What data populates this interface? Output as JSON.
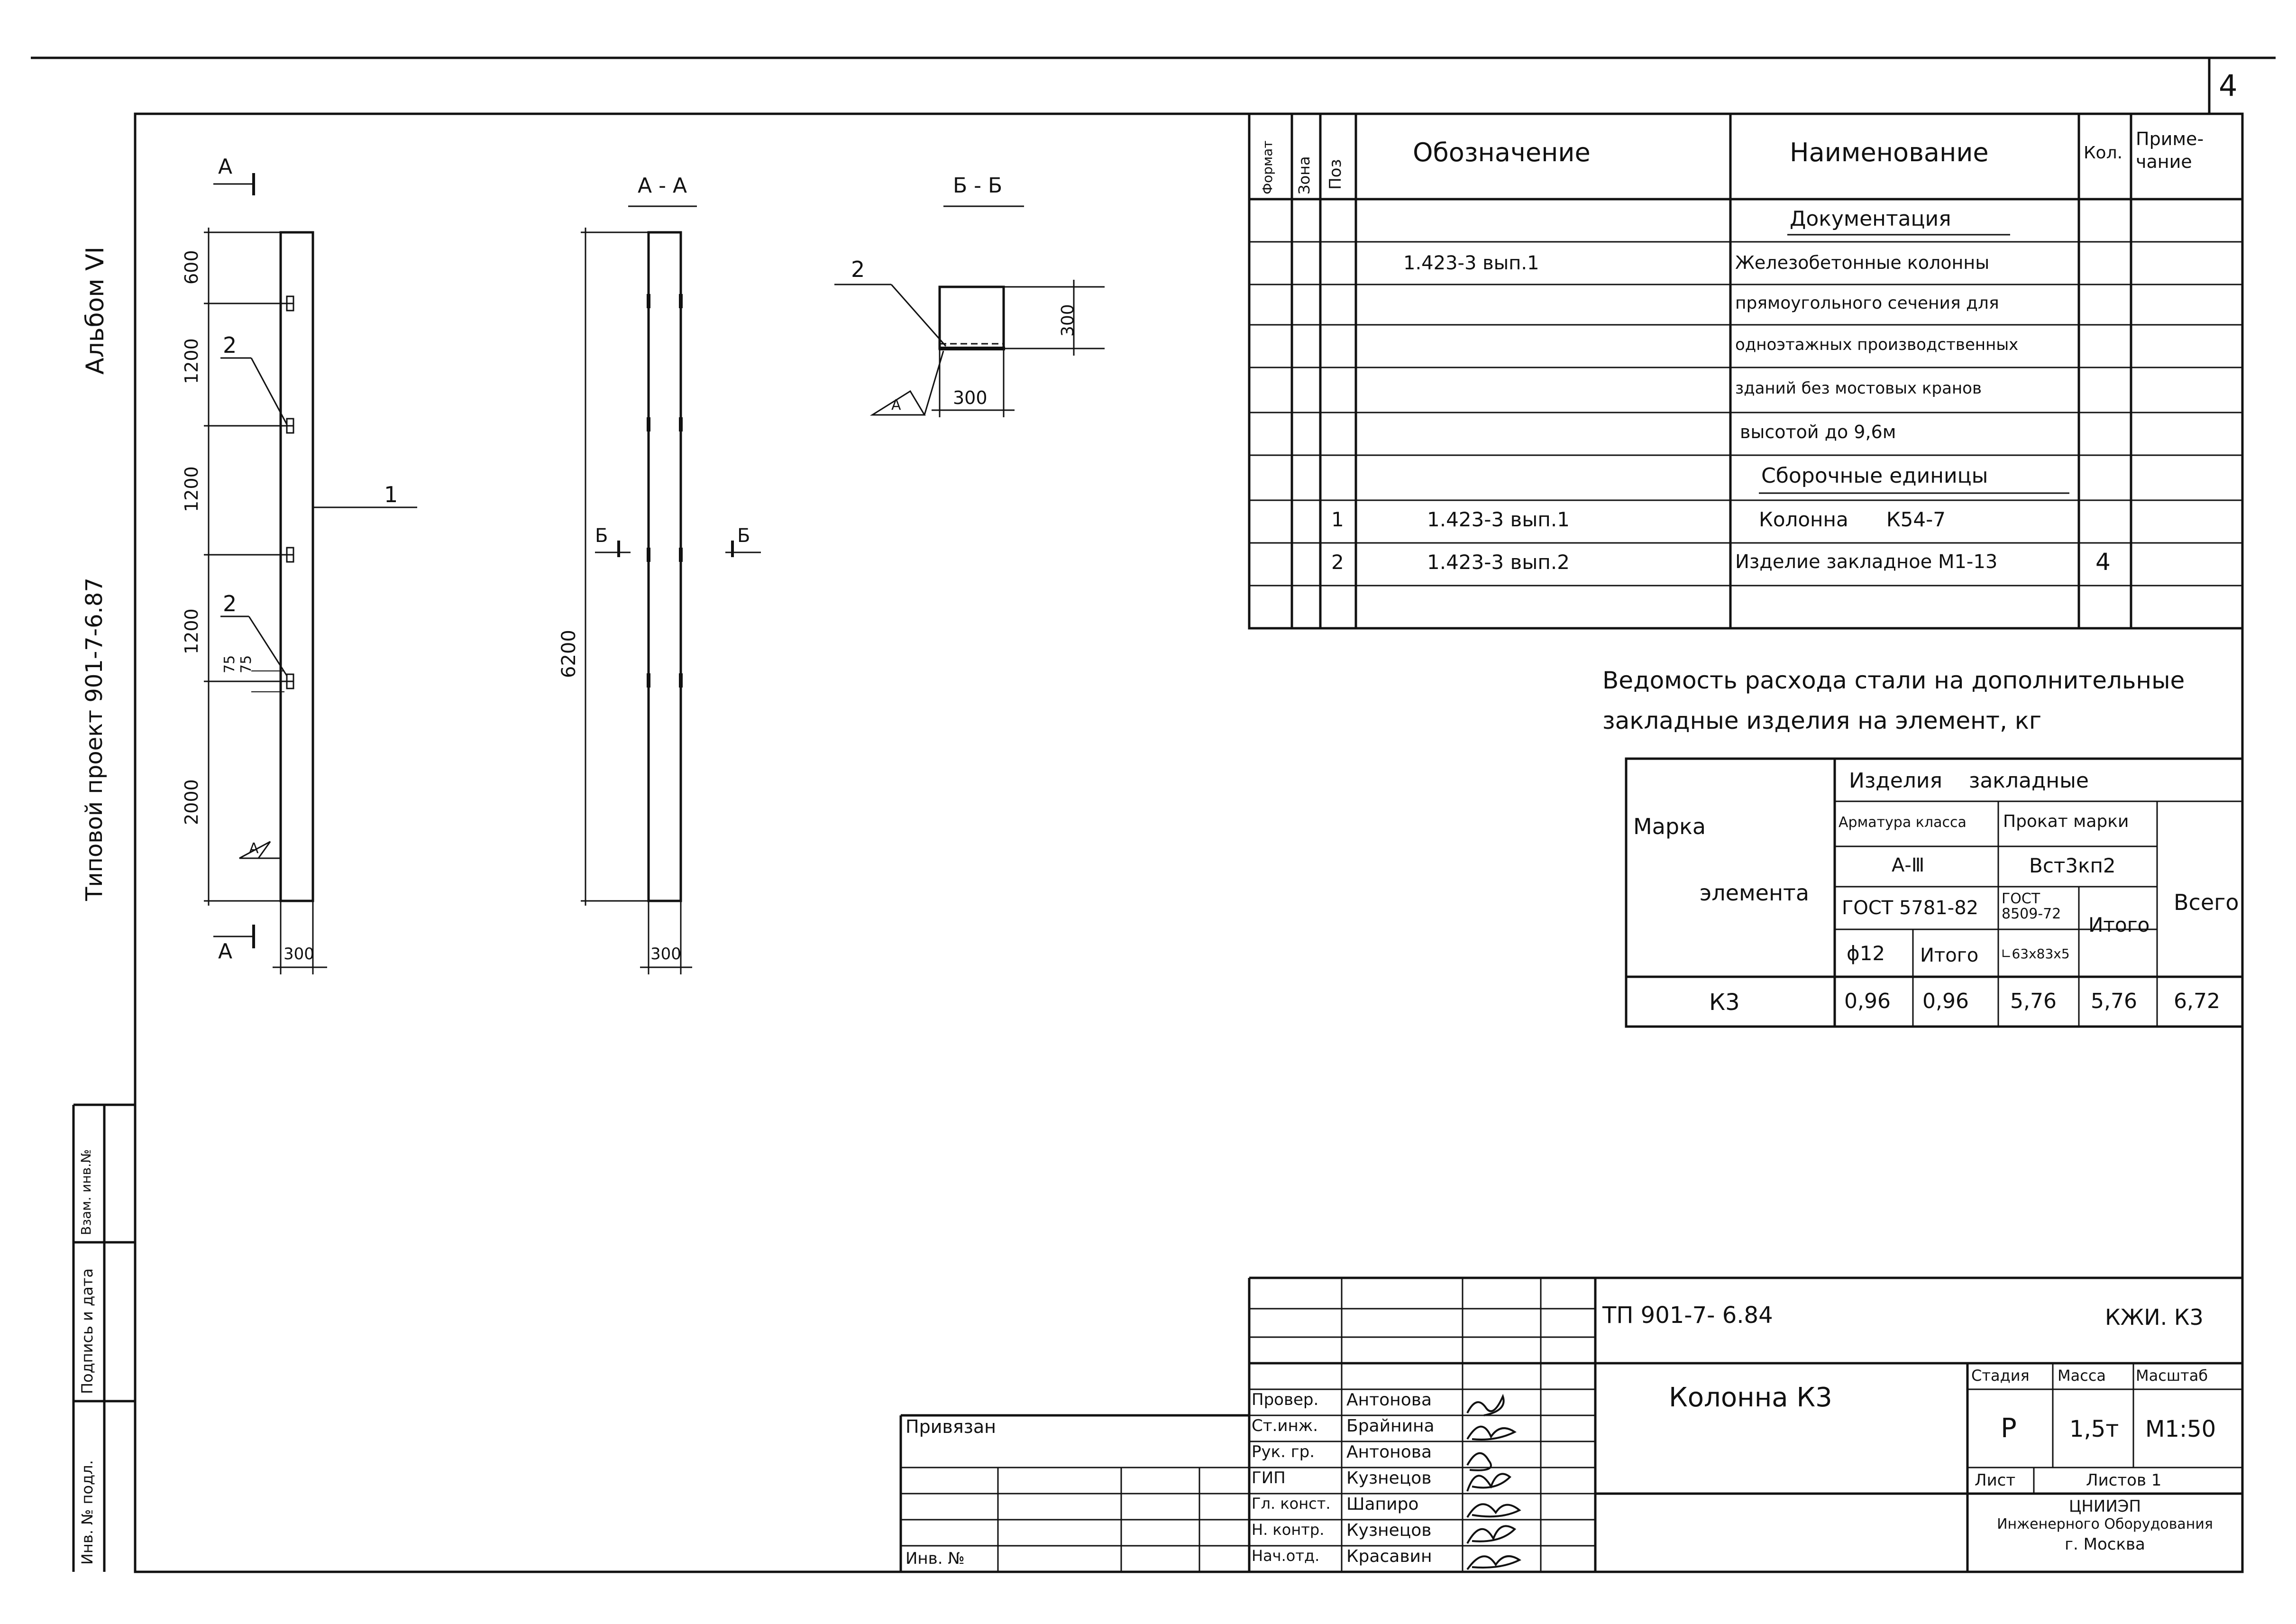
{
  "sheet": {
    "number": "4",
    "album": "Альбом VI",
    "project": "Типовой проект 901-7-6.87"
  },
  "left_strip": {
    "inv_podl": "Инв. № подл.",
    "signature_date": "Подпись и дата",
    "vzam_inv": "Взам. инв.№"
  },
  "drawing": {
    "section_a": "А",
    "section_aa_title": "А - А",
    "section_bb_title": "Б - Б",
    "section_b": "Б",
    "dim_600": "600",
    "dim_1200": "1200",
    "dim_2000": "2000",
    "dim_6200": "6200",
    "dim_300": "300",
    "dim_75": "75",
    "callout_1": "1",
    "callout_2": "2",
    "view_a": "А"
  },
  "spec_table": {
    "headers": {
      "format": "Формат",
      "zone": "Зона",
      "pos": "Поз",
      "designation": "Обозначение",
      "name": "Наименование",
      "qty": "Кол.",
      "note": "Приме-чание"
    },
    "section_docs": "Документация",
    "doc_designation": "1.423-3 вып.1",
    "doc_name_lines": [
      "Железобетонные колонны",
      "прямоугольного сечения для",
      "одноэтажных производственных",
      "зданий без мостовых кранов",
      "высотой до 9,6м"
    ],
    "section_assemblies": "Сборочные единицы",
    "rows": [
      {
        "pos": "1",
        "designation": "1.423-3 вып.1",
        "name": "Колонна      К54-7",
        "qty": ""
      },
      {
        "pos": "2",
        "designation": "1.423-3 вып.2",
        "name": "Изделие закладное М1-13",
        "qty": "4"
      }
    ]
  },
  "steel_table": {
    "title_line1": "Ведомость расхода стали на дополнительные",
    "title_line2": "закладные изделия на элемент, кг",
    "mark_label_1": "Марка",
    "mark_label_2": "элемента",
    "embedded": "Изделия    закладные",
    "rebar_class": "Арматура класса",
    "rolled_mark": "Прокат марки",
    "rebar_grade": "А-Ⅲ",
    "rolled_grade": "Вст3кп2",
    "gost_rebar": "ГОСТ 5781-82",
    "gost_rolled": "ГОСТ 8509-72",
    "dia": "ϕ12",
    "total": "Итого",
    "angle": "∟63х83х5",
    "grand_total": "Всего",
    "row": {
      "mark": "К3",
      "dia_val": "0,96",
      "total_rebar": "0,96",
      "angle_val": "5,76",
      "total_rolled": "5,76",
      "grand_total": "6,72"
    }
  },
  "title_block": {
    "code": "ТП 901-7- 6.84",
    "sheet_code": "КЖИ. К3",
    "title": "Колонна К3",
    "stage_label": "Стадия",
    "mass_label": "Масса",
    "scale_label": "Масштаб",
    "stage": "Р",
    "mass": "1,5т",
    "scale": "М1:50",
    "sheet_label": "Лист",
    "sheets_label": "Листов 1",
    "org_line1": "ЦНИИЭП",
    "org_line2": "Инженерного Оборудования",
    "org_line3": "г. Москва",
    "bound": "Привязан",
    "inv_no": "Инв. №",
    "people": [
      {
        "role": "Провер.",
        "name": "Антонова"
      },
      {
        "role": "Ст.инж.",
        "name": "Брайнина"
      },
      {
        "role": "Рук. гр.",
        "name": "Антонова"
      },
      {
        "role": "ГИП",
        "name": "Кузнецов"
      },
      {
        "role": "Гл. конст.",
        "name": "Шапиро"
      },
      {
        "role": "Н. контр.",
        "name": "Кузнецов"
      },
      {
        "role": "Нач.отд.",
        "name": "Красавин"
      }
    ]
  }
}
